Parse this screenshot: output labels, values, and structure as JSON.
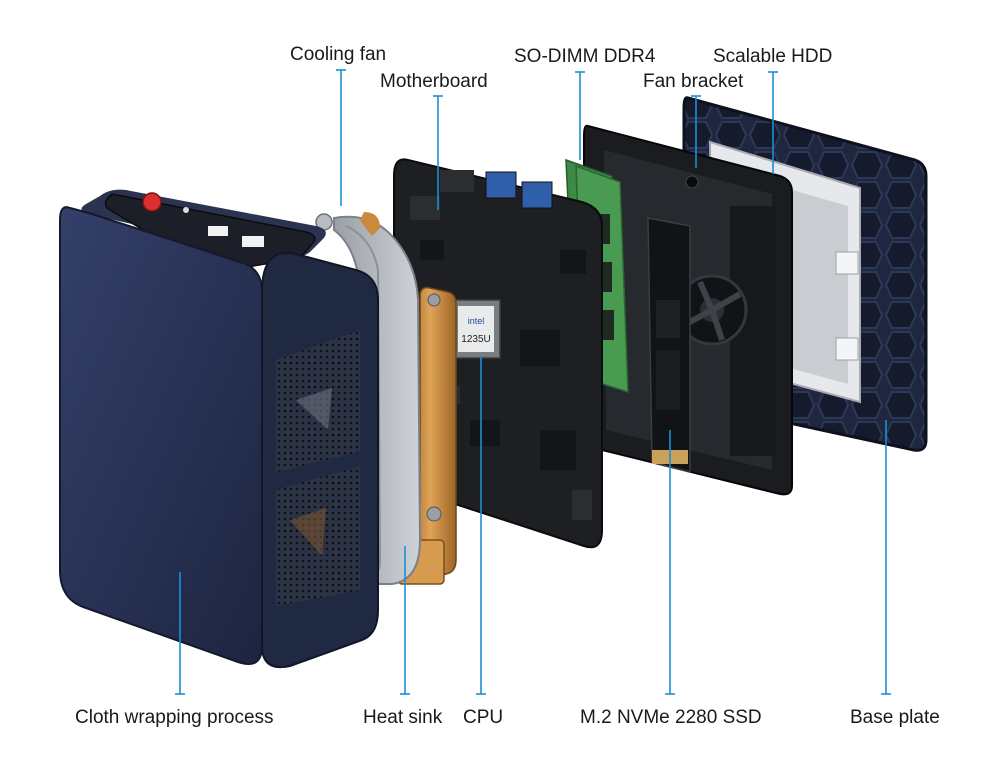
{
  "labels": {
    "cooling_fan": "Cooling fan",
    "motherboard": "Motherboard",
    "so_dimm": "SO-DIMM DDR4",
    "fan_bracket": "Fan bracket",
    "scalable_hdd": "Scalable HDD",
    "cloth_wrapping": "Cloth wrapping process",
    "heat_sink": "Heat sink",
    "cpu": "CPU",
    "ssd": "M.2 NVMe 2280 SSD",
    "base_plate": "Base plate"
  },
  "chip": {
    "brand": "intel",
    "model": "1235U"
  },
  "colors": {
    "leader_line": "#1b8fd6",
    "case_body": "#2a3452",
    "case_top": "#1c1f27",
    "power_button": "#d8302f",
    "board": "#1d1f22",
    "copper": "#c98a3e",
    "ram_green": "#3c8a45",
    "hdd_silver": "#d7d9dc",
    "base_plate": "#1d2438"
  }
}
